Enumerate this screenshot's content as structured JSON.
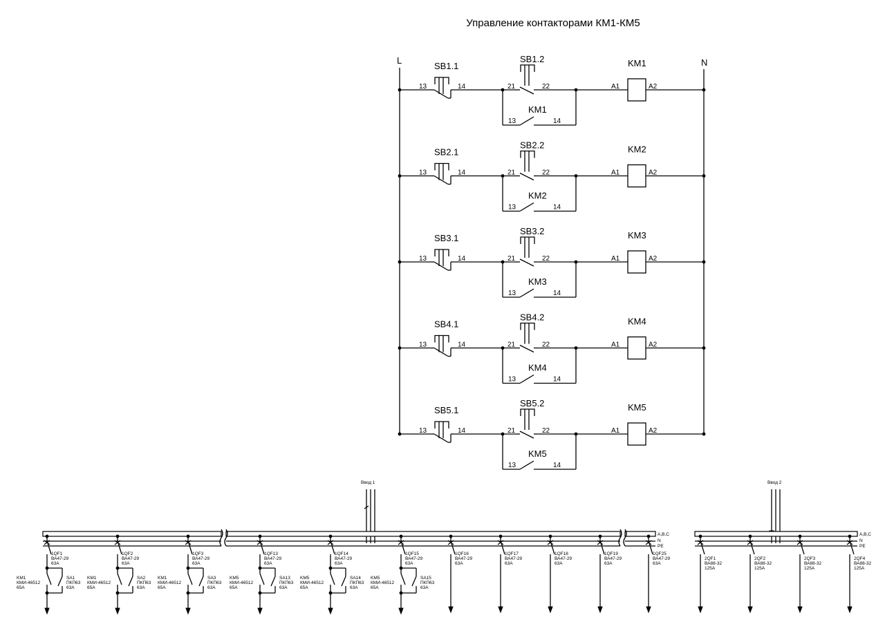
{
  "title": "Управление контакторами КМ1-КМ5",
  "control": {
    "line_label": "L",
    "neutral_label": "N",
    "rungs": [
      {
        "sb1": "SB1.1",
        "sb2": "SB1.2",
        "km": "KM1",
        "hold": "KM1"
      },
      {
        "sb1": "SB2.1",
        "sb2": "SB2.2",
        "km": "KM2",
        "hold": "KM2"
      },
      {
        "sb1": "SB3.1",
        "sb2": "SB3.2",
        "km": "KM3",
        "hold": "KM3"
      },
      {
        "sb1": "SB4.1",
        "sb2": "SB4.2",
        "km": "KM4",
        "hold": "KM4"
      },
      {
        "sb1": "SB5.1",
        "sb2": "SB5.2",
        "km": "KM5",
        "hold": "KM5"
      }
    ],
    "terminals": {
      "no_in": "13",
      "no_out": "14",
      "nc_in": "21",
      "nc_out": "22",
      "coil_in": "A1",
      "coil_out": "A2",
      "hold_in": "13",
      "hold_out": "14"
    }
  },
  "panel1": {
    "title": "Ввод 1",
    "bus_labels": {
      "phase": "A,B,C",
      "neutral": "N",
      "pe": "PE"
    },
    "feeders": [
      {
        "qf": "1QF1",
        "qf_type": "ВА47-29",
        "qf_rating": "63A",
        "km": "KM1",
        "km_type": "КМИ-46512",
        "km_rating": "65A",
        "sa": "SA1",
        "sa_type": "ПКП63",
        "sa_rating": "63A"
      },
      {
        "qf": "1QF2",
        "qf_type": "ВА47-29",
        "qf_rating": "63A",
        "km": "KM1",
        "km_type": "КМИ-46512",
        "km_rating": "65A",
        "sa": "SA2",
        "sa_type": "ПКП63",
        "sa_rating": "63A"
      },
      {
        "qf": "1QF3",
        "qf_type": "ВА47-29",
        "qf_rating": "63A",
        "km": "KM1",
        "km_type": "КМИ-46512",
        "km_rating": "65A",
        "sa": "SA3",
        "sa_type": "ПКП63",
        "sa_rating": "63A"
      },
      {
        "qf": "1QF13",
        "qf_type": "ВА47-29",
        "qf_rating": "63A",
        "km": "KM5",
        "km_type": "КМИ-46512",
        "km_rating": "65A",
        "sa": "SA13",
        "sa_type": "ПКП63",
        "sa_rating": "63A"
      },
      {
        "qf": "1QF14",
        "qf_type": "ВА47-29",
        "qf_rating": "63A",
        "km": "KM5",
        "km_type": "КМИ-46512",
        "km_rating": "65A",
        "sa": "SA14",
        "sa_type": "ПКП63",
        "sa_rating": "63A"
      },
      {
        "qf": "1QF15",
        "qf_type": "ВА47-29",
        "qf_rating": "63A",
        "km": "KM5",
        "km_type": "КМИ-46512",
        "km_rating": "65A",
        "sa": "SA15",
        "sa_type": "ПКП63",
        "sa_rating": "63A"
      },
      {
        "qf": "1QF16",
        "qf_type": "ВА47-29",
        "qf_rating": "63A"
      },
      {
        "qf": "1QF17",
        "qf_type": "ВА47-29",
        "qf_rating": "63A"
      },
      {
        "qf": "1QF18",
        "qf_type": "ВА47-29",
        "qf_rating": "63A"
      },
      {
        "qf": "1QF19",
        "qf_type": "ВА47-29",
        "qf_rating": "63A"
      },
      {
        "qf": "1QF25",
        "qf_type": "ВА47-29",
        "qf_rating": "63A"
      }
    ]
  },
  "panel2": {
    "title": "Ввод 2",
    "bus_labels": {
      "phase": "A,B,C",
      "neutral": "N",
      "pe": "PE"
    },
    "feeders": [
      {
        "qf": "2QF1",
        "qf_type": "ВА88-32",
        "qf_rating": "125A"
      },
      {
        "qf": "2QF2",
        "qf_type": "ВА88-32",
        "qf_rating": "125A"
      },
      {
        "qf": "2QF3",
        "qf_type": "ВА88-32",
        "qf_rating": "125A"
      },
      {
        "qf": "2QF4",
        "qf_type": "ВА88-32",
        "qf_rating": "125A"
      }
    ]
  }
}
